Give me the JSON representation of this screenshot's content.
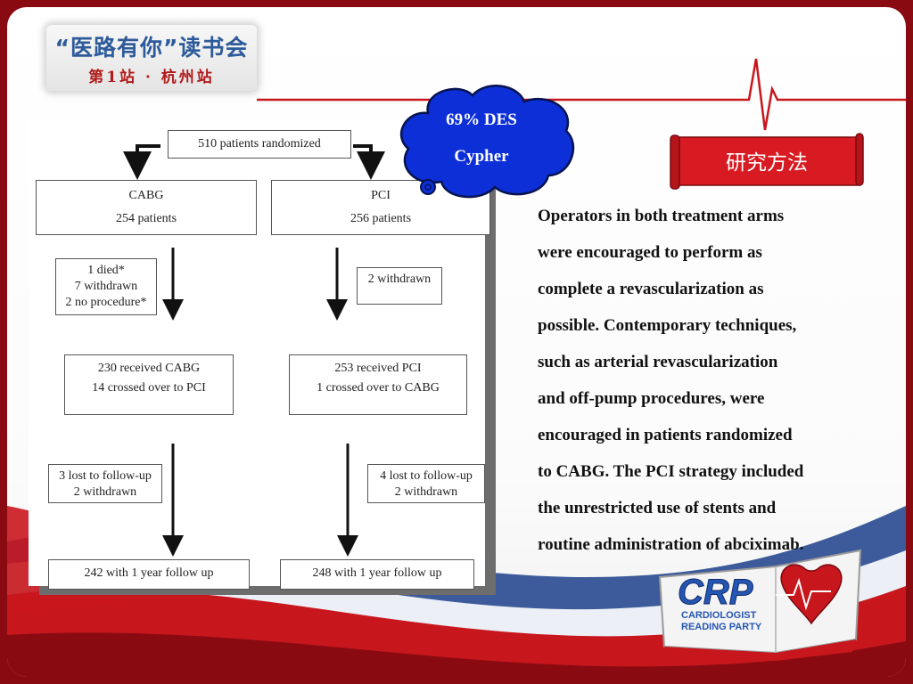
{
  "header": {
    "title": "“医路有你”读书会",
    "subtitle": "第1站 · 杭州站"
  },
  "callout": {
    "line1": "69% DES",
    "line2": "Cypher"
  },
  "banner": {
    "label": "研究方法"
  },
  "flowchart": {
    "top": "510 patients randomized",
    "cabg": {
      "arm": "CABG\n254 patients",
      "excluded": "1 died*\n7 withdrawn\n2 no procedure*",
      "received": "230 received CABG\n14 crossed over to PCI",
      "lost": "3 lost to follow-up\n2 withdrawn",
      "final": "242 with 1 year follow up"
    },
    "pci": {
      "arm": "PCI\n256 patients",
      "excluded": "2 withdrawn",
      "received": "253 received PCI\n1 crossed over to CABG",
      "lost": "4 lost to follow-up\n2 withdrawn",
      "final": "248 with 1 year follow up"
    }
  },
  "body_lines": [
    "Operators in both treatment arms",
    "were encouraged to perform as",
    "complete a revascularization as",
    "possible. Contemporary techniques,",
    "such as arterial revascularization",
    "and off-pump procedures, were",
    "encouraged in patients randomized",
    "to CABG. The PCI strategy included",
    "the unrestricted use of stents and",
    "routine administration of abciximab."
  ],
  "logo": {
    "name": "CRP",
    "line1": "CARDIOLOGIST",
    "line2": "READING PARTY"
  },
  "colors": {
    "frame": "#8a0a12",
    "accent_red": "#c8161d",
    "cloud_blue": "#0c2fd8",
    "title_blue": "#2d5a9a"
  }
}
